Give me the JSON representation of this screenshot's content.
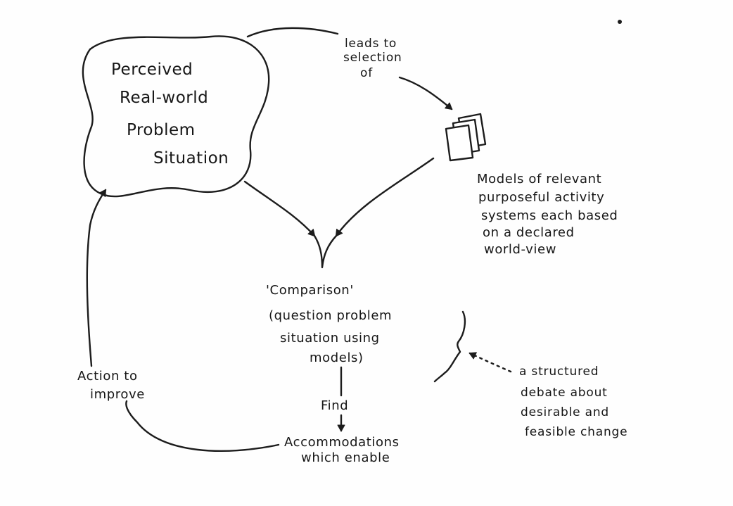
{
  "diagram": {
    "blob": {
      "line1": "Perceived",
      "line2": "Real-world",
      "line3": "Problem",
      "line4": "Situation"
    },
    "leads_to": {
      "line1": "leads to",
      "line2": "selection",
      "line3": "of"
    },
    "models": {
      "line1": "Models of relevant",
      "line2": "purposeful activity",
      "line3": "systems  each based",
      "line4": "on a declared",
      "line5": "world-view"
    },
    "comparison": {
      "line1": "'Comparison'",
      "line2": "(question problem",
      "line3": "situation using",
      "line4": "models)"
    },
    "find": "Find",
    "accommodations": {
      "line1": "Accommodations",
      "line2": "which enable"
    },
    "action": {
      "line1": "Action to",
      "line2": "improve"
    },
    "debate": {
      "line1": "a structured",
      "line2": "debate about",
      "line3": "desirable and",
      "line4": "feasible change"
    }
  },
  "colors": {
    "ink": "#1c1c1c",
    "paper": "#fefefe"
  }
}
